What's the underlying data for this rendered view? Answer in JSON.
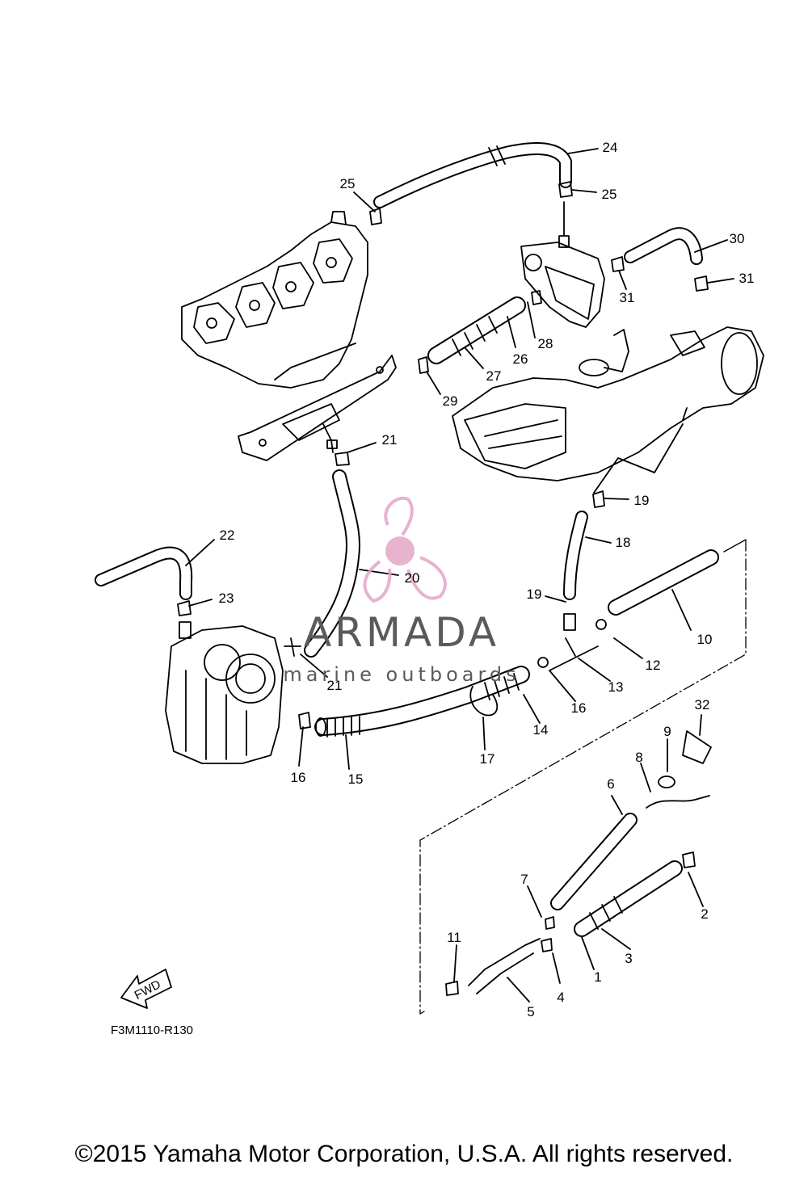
{
  "diagram": {
    "drawing_code": "F3M1110-R130",
    "fwd_label": "FWD",
    "callouts": [
      "1",
      "2",
      "3",
      "4",
      "5",
      "6",
      "7",
      "8",
      "9",
      "10",
      "11",
      "12",
      "13",
      "14",
      "15",
      "16",
      "16",
      "17",
      "18",
      "19",
      "19",
      "20",
      "21",
      "21",
      "22",
      "23",
      "24",
      "25",
      "25",
      "26",
      "27",
      "28",
      "29",
      "30",
      "31",
      "31",
      "32"
    ]
  },
  "watermark": {
    "brand": "ARMADA",
    "tagline": "marine outboards",
    "accent_color": "#e3a6c7"
  },
  "footer": {
    "copyright": "©2015 Yamaha Motor Corporation, U.S.A. All rights reserved."
  }
}
